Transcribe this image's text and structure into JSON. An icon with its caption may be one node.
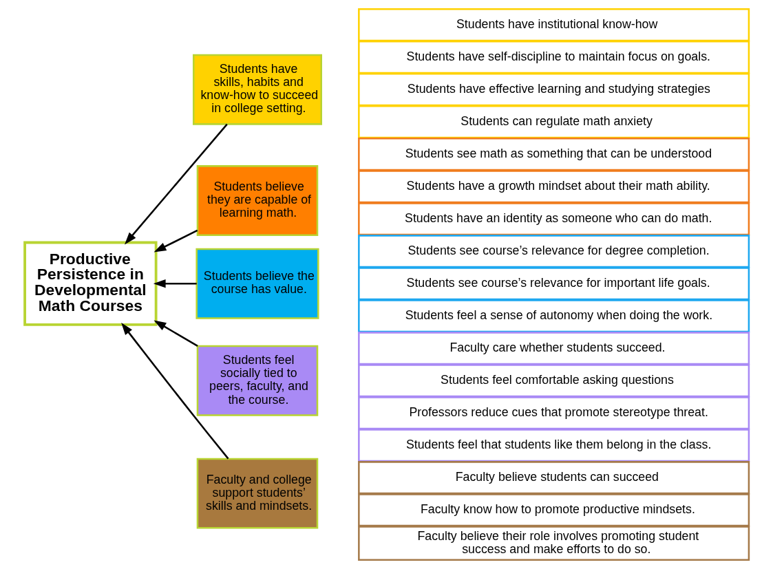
{
  "diagram": {
    "nodes": [
      {
        "text": [
          "Productive Persistence in Developmental Math Courses"
        ]
      },
      {
        "text": [
          "Students have skills, habits and know-how to succeed in college setting."
        ]
      },
      {
        "text": [
          "Students have institutional know-how"
        ]
      },
      {
        "text": [
          "Students have self-discipline to maintain focus on goals."
        ]
      },
      {
        "text": [
          "Students have effective learning and studying strategies"
        ]
      },
      {
        "text": [
          "Students can regulate math anxiety"
        ]
      },
      {
        "text": [
          "Students believe they are capable of learning math."
        ]
      },
      {
        "text": [
          "Students see math as something that can be understood"
        ]
      },
      {
        "text": [
          "Students have a growth mindset about their math ability."
        ]
      },
      {
        "text": [
          "Students have an identity as someone who can do math."
        ]
      },
      {
        "text": [
          "Students believe the course has value."
        ]
      },
      {
        "text": [
          "Students see course’s relevance for degree completion."
        ]
      },
      {
        "text": [
          "Students see course’s relevance for important life goals."
        ]
      },
      {
        "text": [
          "Students feel a sense of autonomy when doing the work."
        ]
      },
      {
        "text": [
          "Students feel socially tied to peers, faculty, and the course."
        ]
      },
      {
        "text": [
          "Faculty care whether students succeed."
        ]
      },
      {
        "text": [
          "Students feel comfortable asking questions"
        ]
      },
      {
        "text": [
          "Professors reduce cues that promote stereotype threat."
        ]
      },
      {
        "text": [
          "Students feel that students like them belong in the class."
        ]
      },
      {
        "text": [
          "Faculty and college support students’ skills and mindsets."
        ]
      },
      {
        "text": [
          "Faculty believe students can succeed"
        ]
      },
      {
        "text": [
          "Faculty know how to promote productive mindsets."
        ]
      },
      {
        "text": [
          "Faculty believe their role involves promoting student success and make efforts to do so."
        ]
      }
    ],
    "edges": [
      {
        "from": 1,
        "to": 0,
        "arrow": "to"
      },
      {
        "from": 6,
        "to": 0,
        "arrow": "to"
      },
      {
        "from": 10,
        "to": 0,
        "arrow": "to"
      },
      {
        "from": 14,
        "to": 0,
        "arrow": "to"
      },
      {
        "from": 19,
        "to": 0,
        "arrow": "to"
      }
    ]
  }
}
